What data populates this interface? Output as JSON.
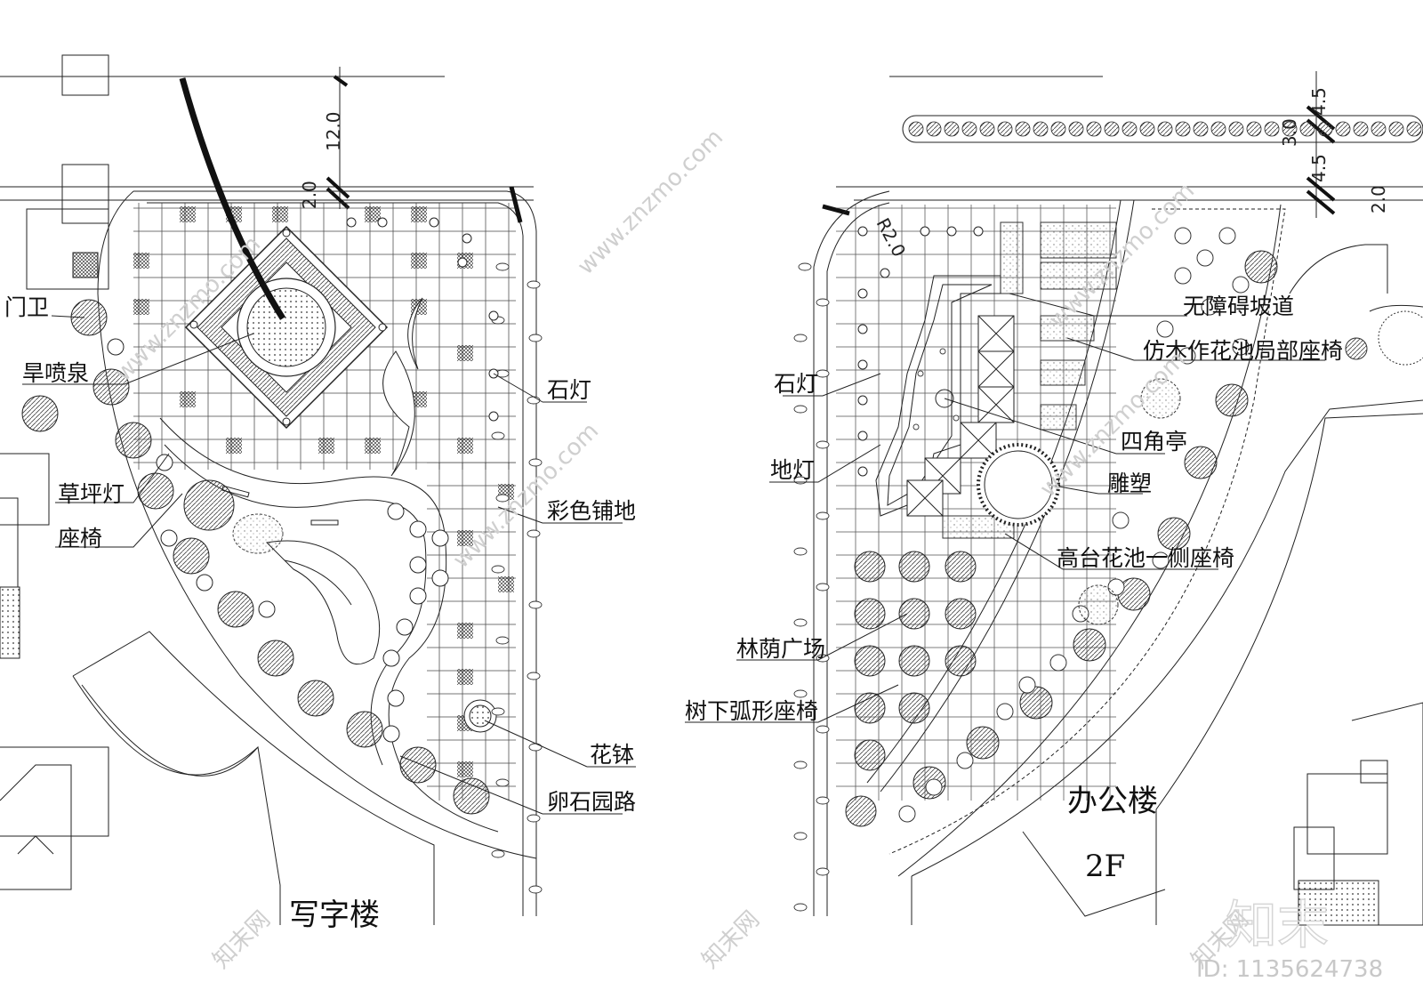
{
  "left_plan": {
    "labels": {
      "guard": "门卫",
      "dry_fountain": "旱喷泉",
      "lawn_light": "草坪灯",
      "bench": "座椅",
      "stone_lamp": "石灯",
      "color_paving": "彩色铺地",
      "flower_bowl": "花钵",
      "pebble_path": "卵石园路"
    },
    "building": "写字楼",
    "dims": {
      "d1": "12.0",
      "d2": "2.0"
    }
  },
  "right_plan": {
    "labels": {
      "ramp": "无障碍坡道",
      "wood_bench": "仿木作花池局部座椅",
      "stone_lamp": "石灯",
      "pavilion": "四角亭",
      "ground_light": "地灯",
      "sculpture": "雕塑",
      "planter_bench": "高台花池一侧座椅",
      "shade_plaza": "林荫广场",
      "arc_bench": "树下弧形座椅"
    },
    "building": "办公楼",
    "floor": "2F",
    "dims": {
      "d1": "4.5",
      "d2": "3.0",
      "d3": "4.5",
      "d4": "2.0",
      "radius": "R2.0"
    }
  },
  "watermark": {
    "site": "www.znzmo.com",
    "brand": "知末网",
    "logo": "知末",
    "id": "ID: 1135624738"
  }
}
